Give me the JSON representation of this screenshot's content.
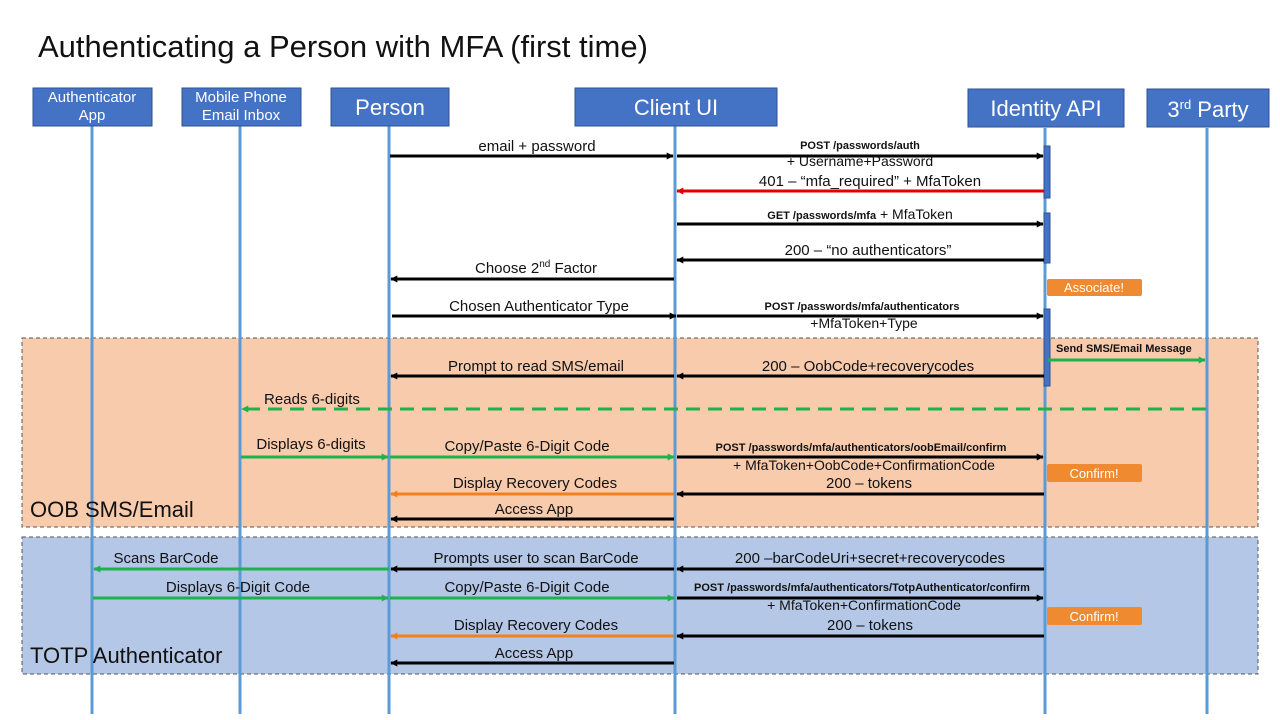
{
  "title": "Authenticating a Person with MFA (first time)",
  "colors": {
    "actor_fill": "#4472c4",
    "lifeline": "#5b9bd5",
    "oob_band": "#f8cbad",
    "totp_band": "#b4c7e7",
    "black_arrow": "#000000",
    "red_arrow": "#e00000",
    "green_arrow": "#1db34a",
    "orange_arrow": "#f4801a",
    "note_fill": "#f08a30"
  },
  "actors": {
    "auth_app": {
      "line1": "Authenticator",
      "line2": "App"
    },
    "mobile": {
      "line1": "Mobile Phone",
      "line2": "Email Inbox"
    },
    "person": "Person",
    "client_ui": "Client UI",
    "identity_api": "Identity API",
    "third_party": {
      "base": "3",
      "sup": "rd",
      "rest": " Party"
    }
  },
  "bands": {
    "oob": "OOB SMS/Email",
    "totp": "TOTP Authenticator"
  },
  "notes": {
    "associate": "Associate!",
    "confirm_oob": "Confirm!",
    "confirm_totp": "Confirm!"
  },
  "messages": {
    "email_password": "email + password",
    "post_auth": "POST /passwords/auth",
    "post_auth_sub": "+ Username+Password",
    "resp_401": "401 – “mfa_required” + MfaToken",
    "get_mfa_bold": "GET /passwords/mfa",
    "get_mfa_rest": " + MfaToken",
    "resp_no_auth": "200 – “no authenticators”",
    "choose_factor": {
      "pre": "Choose 2",
      "sup": "nd",
      "post": " Factor"
    },
    "chosen_type": "Chosen Authenticator Type",
    "post_authenticators": "POST /passwords/mfa/authenticators",
    "post_authenticators_sub": "+MfaToken+Type",
    "send_sms": "Send SMS/Email Message",
    "prompt_read": "Prompt to read SMS/email",
    "resp_oob": "200 – OobCode+recoverycodes",
    "reads_digits": "Reads 6-digits",
    "displays_digits": "Displays 6-digits",
    "copy_paste_oob": "Copy/Paste 6-Digit Code",
    "post_oob_confirm": "POST /passwords/mfa/authenticators/oobEmail/confirm",
    "post_oob_confirm_sub": "+ MfaToken+OobCode+ConfirmationCode",
    "display_recovery_oob": "Display Recovery Codes",
    "resp_tokens_oob": "200 – tokens",
    "access_app_oob": "Access App",
    "scans_barcode": "Scans BarCode",
    "prompts_scan": "Prompts user to scan BarCode",
    "resp_barcode": "200 –barCodeUri+secret+recoverycodes",
    "displays_code": "Displays 6-Digit Code",
    "copy_paste_totp": "Copy/Paste 6-Digit Code",
    "post_totp_confirm": "POST /passwords/mfa/authenticators/TotpAuthenticator/confirm",
    "post_totp_confirm_sub": "+ MfaToken+ConfirmationCode",
    "display_recovery_totp": "Display Recovery Codes",
    "resp_tokens_totp": "200 – tokens",
    "access_app_totp": "Access App"
  }
}
